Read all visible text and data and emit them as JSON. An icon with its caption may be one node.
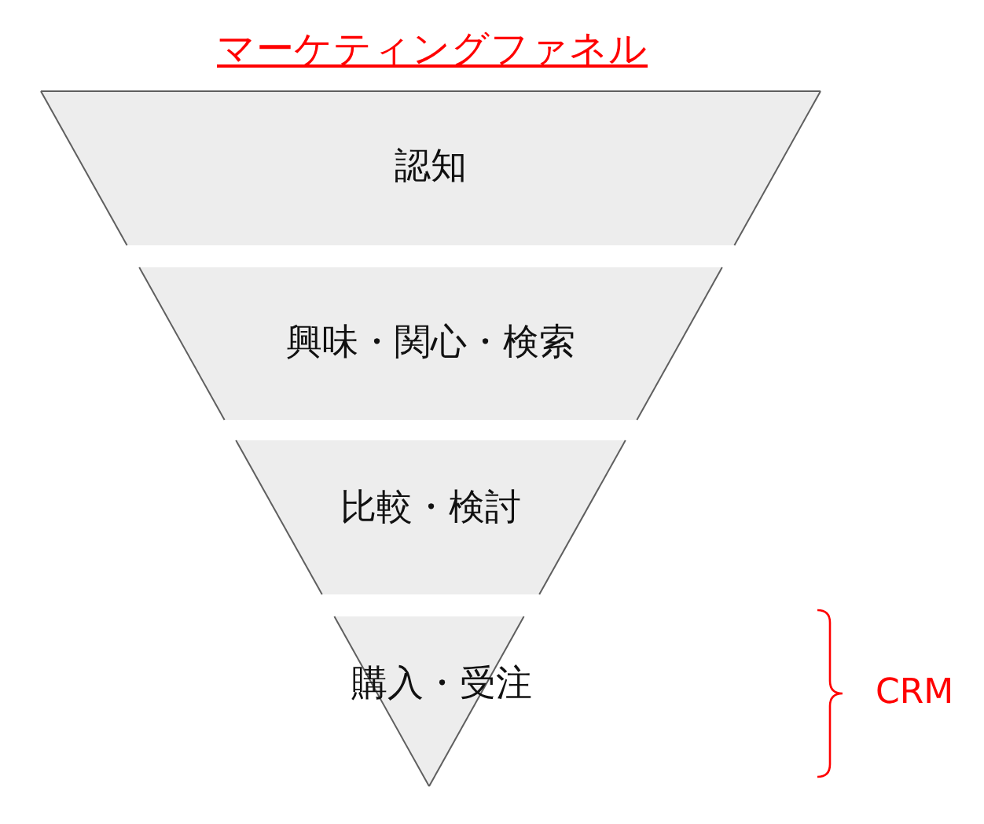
{
  "diagram": {
    "title": "マーケティングファネル",
    "nodes": [
      {
        "text": [
          "認知"
        ]
      },
      {
        "text": [
          "興味・関心・検索"
        ]
      },
      {
        "text": [
          "比較・検討"
        ]
      },
      {
        "text": [
          "購入・受注"
        ]
      }
    ],
    "labels": [
      "CRM"
    ]
  }
}
